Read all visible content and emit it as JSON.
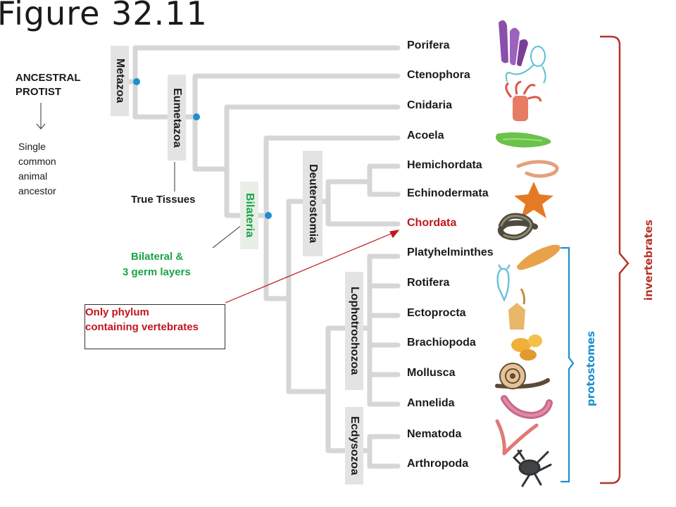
{
  "title": "Figure 32.11",
  "phyla": [
    {
      "name": "Porifera",
      "color": "#1a1a1a"
    },
    {
      "name": "Ctenophora",
      "color": "#1a1a1a"
    },
    {
      "name": "Cnidaria",
      "color": "#1a1a1a"
    },
    {
      "name": "Acoela",
      "color": "#1a1a1a"
    },
    {
      "name": "Hemichordata",
      "color": "#1a1a1a"
    },
    {
      "name": "Echinodermata",
      "color": "#1a1a1a"
    },
    {
      "name": "Chordata",
      "color": "#c0161b"
    },
    {
      "name": "Platyhelminthes",
      "color": "#1a1a1a"
    },
    {
      "name": "Rotifera",
      "color": "#1a1a1a"
    },
    {
      "name": "Ectoprocta",
      "color": "#1a1a1a"
    },
    {
      "name": "Brachiopoda",
      "color": "#1a1a1a"
    },
    {
      "name": "Mollusca",
      "color": "#1a1a1a"
    },
    {
      "name": "Annelida",
      "color": "#1a1a1a"
    },
    {
      "name": "Nematoda",
      "color": "#1a1a1a"
    },
    {
      "name": "Arthropoda",
      "color": "#1a1a1a"
    }
  ],
  "clades": {
    "metazoa": "Metazoa",
    "eumetazoa": "Eumetazoa",
    "bilateria": "Bilateria",
    "deuterostomia": "Deuterostomia",
    "lophotrochozoa": "Lophotrochozoa",
    "ecdysozoa": "Ecdysozoa"
  },
  "notes": {
    "ancestral_line1": "ANCESTRAL",
    "ancestral_line2": "PROTIST",
    "single_line1": "Single",
    "single_line2": "common",
    "single_line3": "animal",
    "single_line4": "ancestor",
    "true_tissues": "True Tissues",
    "bilateral_line1": "Bilateral &",
    "bilateral_line2": "3 germ layers",
    "only_line1": "Only phylum",
    "only_line2": "containing vertebrates"
  },
  "brackets": {
    "protostomes": "protostomes",
    "invertebrates": "invertebrates"
  },
  "colors": {
    "tree_line": "#d6d6d6",
    "node_dot": "#1b8fd0",
    "clade_box_gray": "#e3e3e3",
    "clade_text_green": "#1aa34a",
    "highlight_red": "#c0161b",
    "protostomes_blue": "#1b8fd0",
    "invertebrates_red": "#b5332a"
  },
  "icons": [
    "sponge-icon",
    "comb-jelly-icon",
    "sea-anemone-icon",
    "acoel-flatworm-icon",
    "acorn-worm-icon",
    "sea-star-icon",
    "snake-icon",
    "flatworm-icon",
    "rotifer-icon",
    "ectoproct-icon",
    "brachiopod-icon",
    "snail-icon",
    "earthworm-icon",
    "roundworm-icon",
    "lobster-icon"
  ]
}
